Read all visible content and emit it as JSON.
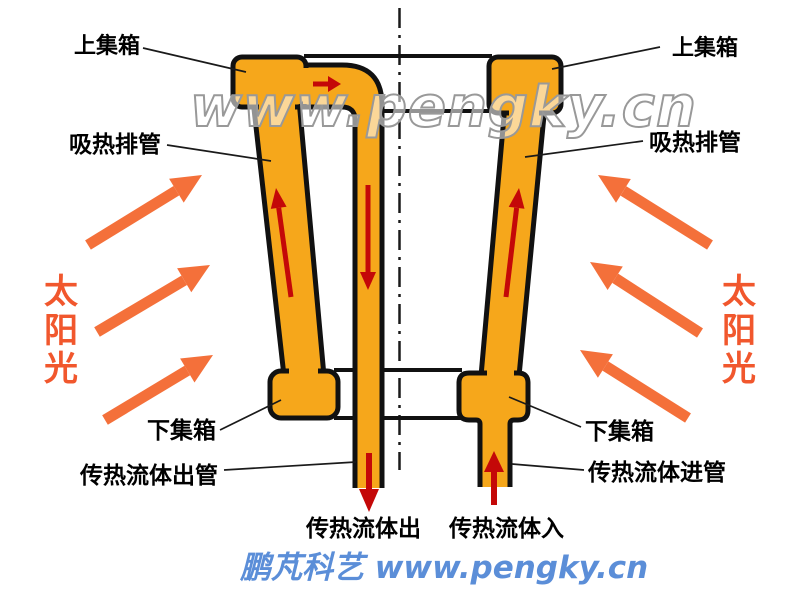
{
  "diagram": {
    "title_hint": "solar-collector-tube-diagram",
    "labels": {
      "upper_header_left": "上集箱",
      "upper_header_right": "上集箱",
      "absorber_tube_left": "吸热排管",
      "absorber_tube_right": "吸热排管",
      "lower_header_left": "下集箱",
      "lower_header_right": "下集箱",
      "outlet_pipe": "传热流体出管",
      "inlet_pipe": "传热流体进管",
      "fluid_out": "传热流体出",
      "fluid_in": "传热流体入"
    },
    "sunlight": {
      "chars": [
        "太",
        "阳",
        "光"
      ]
    },
    "watermark_text": "www.pengky.cn",
    "branding_text": "鹏芃科艺 www.pengky.cn",
    "colors": {
      "tube_fill": "#F6A71B",
      "outline_black": "#111111",
      "flow_arrow_red": "#C40808",
      "sun_arrow_orange": "#F4703A",
      "sun_text_orange": "#F1572D",
      "branding_blue": "#5B8ED8",
      "watermark_gray": "#999999",
      "background": "#FFFFFF"
    }
  }
}
